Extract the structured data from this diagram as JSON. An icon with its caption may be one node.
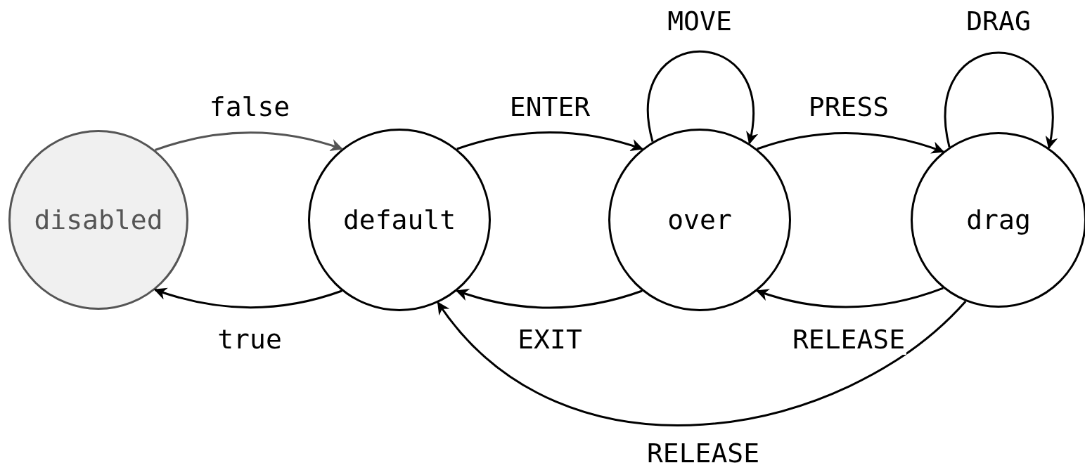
{
  "diagram": {
    "nodes": [
      {
        "text": [
          "disabled"
        ]
      },
      {
        "text": [
          "default"
        ]
      },
      {
        "text": [
          "over"
        ]
      },
      {
        "text": [
          "drag"
        ]
      }
    ],
    "edges": [
      {
        "from": 0,
        "to": 1,
        "arrow": "to",
        "label": "false",
        "color": "#555555"
      },
      {
        "from": 1,
        "to": 0,
        "arrow": "to",
        "label": "true"
      },
      {
        "from": 1,
        "to": 2,
        "arrow": "to",
        "label": "ENTER"
      },
      {
        "from": 2,
        "to": 1,
        "arrow": "to",
        "label": "EXIT"
      },
      {
        "from": 2,
        "to": 2,
        "arrow": "to",
        "label": "MOVE"
      },
      {
        "from": 2,
        "to": 3,
        "arrow": "to",
        "label": "PRESS"
      },
      {
        "from": 3,
        "to": 2,
        "arrow": "to",
        "label": "RELEASE"
      },
      {
        "from": 3,
        "to": 3,
        "arrow": "to",
        "label": "DRAG"
      },
      {
        "from": 3,
        "to": 1,
        "arrow": "to",
        "label": "RELEASE"
      }
    ]
  }
}
